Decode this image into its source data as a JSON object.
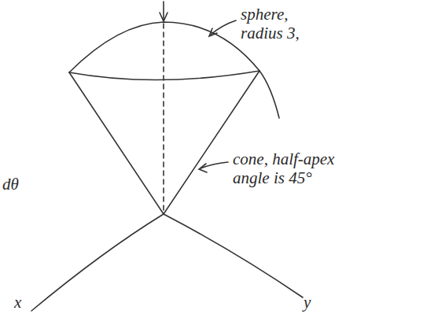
{
  "diagram": {
    "labels": [
      "sphere, radius 3,",
      "cone, half-apex angle is 45°",
      "dθ",
      "x",
      "y"
    ]
  }
}
